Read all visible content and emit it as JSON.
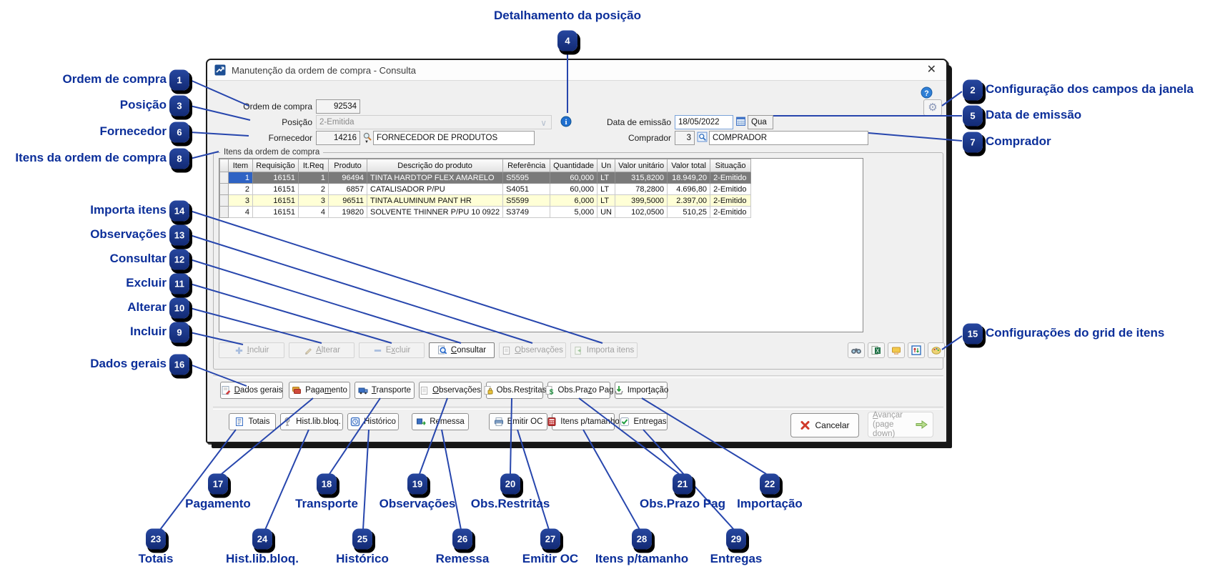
{
  "annotations": {
    "top": {
      "n": "4",
      "label": "Detalhamento da posição"
    },
    "left": [
      {
        "n": "1",
        "label": "Ordem de compra"
      },
      {
        "n": "3",
        "label": "Posição"
      },
      {
        "n": "6",
        "label": "Fornecedor"
      },
      {
        "n": "8",
        "label": "Itens da ordem de compra"
      },
      {
        "n": "14",
        "label": "Importa itens"
      },
      {
        "n": "13",
        "label": "Observações"
      },
      {
        "n": "12",
        "label": "Consultar"
      },
      {
        "n": "11",
        "label": "Excluir"
      },
      {
        "n": "10",
        "label": "Alterar"
      },
      {
        "n": "9",
        "label": "Incluir"
      },
      {
        "n": "16",
        "label": "Dados gerais"
      }
    ],
    "right": [
      {
        "n": "2",
        "label": "Configuração dos campos da janela"
      },
      {
        "n": "5",
        "label": "Data de emissão"
      },
      {
        "n": "7",
        "label": "Comprador"
      },
      {
        "n": "15",
        "label": "Configurações do grid de itens"
      }
    ],
    "bottom1": [
      {
        "n": "17",
        "label": "Pagamento"
      },
      {
        "n": "18",
        "label": "Transporte"
      },
      {
        "n": "19",
        "label": "Observações"
      },
      {
        "n": "20",
        "label": "Obs.Restritas"
      },
      {
        "n": "21",
        "label": "Obs.Prazo Pag"
      },
      {
        "n": "22",
        "label": "Importação"
      }
    ],
    "bottom2": [
      {
        "n": "23",
        "label": "Totais"
      },
      {
        "n": "24",
        "label": "Hist.lib.bloq."
      },
      {
        "n": "25",
        "label": "Histórico"
      },
      {
        "n": "26",
        "label": "Remessa"
      },
      {
        "n": "27",
        "label": "Emitir OC"
      },
      {
        "n": "28",
        "label": "Itens p/tamanho"
      },
      {
        "n": "29",
        "label": "Entregas"
      }
    ]
  },
  "window": {
    "title": "Manutenção da ordem de compra - Consulta",
    "close_glyph": "✕",
    "fields": {
      "ordem_label": "Ordem de compra",
      "ordem_value": "92534",
      "posicao_label": "Posição",
      "posicao_value": "2-Emitida",
      "fornecedor_label": "Fornecedor",
      "fornecedor_code": "14216",
      "fornecedor_name": "FORNECEDOR DE PRODUTOS",
      "data_label": "Data de emissão",
      "data_value": "18/05/2022",
      "data_weekday": "Qua",
      "comprador_label": "Comprador",
      "comprador_code": "3",
      "comprador_name": "COMPRADOR"
    },
    "group_title": "Itens da ordem de compra",
    "grid": {
      "columns": [
        "Item",
        "Requisição",
        "It.Req",
        "Produto",
        "Descrição do produto",
        "Referência",
        "Quantidade",
        "Un",
        "Valor unitário",
        "Valor total",
        "Situação"
      ],
      "rows": [
        [
          "1",
          "16151",
          "1",
          "96494",
          "TINTA HARDTOP FLEX AMARELO",
          "S5595",
          "60,000",
          "LT",
          "315,8200",
          "18.949,20",
          "2-Emitido"
        ],
        [
          "2",
          "16151",
          "2",
          "6857",
          "CATALISADOR P/PU",
          "S4051",
          "60,000",
          "LT",
          "78,2800",
          "4.696,80",
          "2-Emitido"
        ],
        [
          "3",
          "16151",
          "3",
          "96511",
          "TINTA ALUMINUM PANT HR",
          "S5599",
          "6,000",
          "LT",
          "399,5000",
          "2.397,00",
          "2-Emitido"
        ],
        [
          "4",
          "16151",
          "4",
          "19820",
          "SOLVENTE THINNER P/PU 10 0922",
          "S3749",
          "5,000",
          "UN",
          "102,0500",
          "510,25",
          "2-Emitido"
        ]
      ]
    },
    "grid_toolbar": [
      {
        "label": "Incluir",
        "mn": 0,
        "icon": "plus",
        "enabled": false
      },
      {
        "label": "Alterar",
        "mn": 0,
        "icon": "edit",
        "enabled": false
      },
      {
        "label": "Excluir",
        "mn": 1,
        "icon": "minus",
        "enabled": false
      },
      {
        "label": "Consultar",
        "mn": 0,
        "icon": "consult",
        "enabled": true
      },
      {
        "label": "Observações",
        "mn": 0,
        "icon": "note",
        "enabled": false
      },
      {
        "label": "Importa itens",
        "mn": null,
        "icon": "importitems",
        "enabled": false
      }
    ],
    "grid_icons": [
      "binoculars",
      "excel",
      "send",
      "sort",
      "palette"
    ],
    "row2": [
      {
        "label": "Dados gerais",
        "mn": 0,
        "icon": "generaldata"
      },
      {
        "label": "Pagamento",
        "mn": 4,
        "icon": "payment"
      },
      {
        "label": "Transporte",
        "mn": 0,
        "icon": "transport"
      },
      {
        "label": "Observações",
        "mn": 0,
        "icon": "note"
      },
      {
        "label": "Obs.Restritas",
        "mn": 7,
        "icon": "notelock"
      },
      {
        "label": "Obs.Prazo Pag",
        "mn": 7,
        "icon": "notedollar"
      },
      {
        "label": "Importação",
        "mn": 5,
        "icon": "importicon"
      }
    ],
    "row3": [
      {
        "label": "Totais",
        "mn": null,
        "icon": "totals"
      },
      {
        "label": "Hist.lib.bloq.",
        "mn": null,
        "icon": "histbloq"
      },
      {
        "label": "Histórico",
        "mn": null,
        "icon": "historico"
      },
      {
        "label": "Remessa",
        "mn": null,
        "icon": "remessa"
      },
      {
        "label": "Emitir OC",
        "mn": null,
        "icon": "emitir"
      },
      {
        "label": "Itens p/tamanho",
        "mn": null,
        "icon": "itenstam"
      },
      {
        "label": "Entregas",
        "mn": null,
        "icon": "entregas"
      }
    ],
    "footer": {
      "cancel_label": "Cancelar",
      "advance_label": "Avançar",
      "advance_sub": "(page down)"
    }
  },
  "colors": {
    "annotation_blue": "#0c2f9a",
    "badge_fill": "#16338f",
    "leader_line": "#2746ad",
    "selected_row": "#7a7a7a",
    "selected_cell": "#2f63c4",
    "highlight_row": "#ffffd6"
  }
}
